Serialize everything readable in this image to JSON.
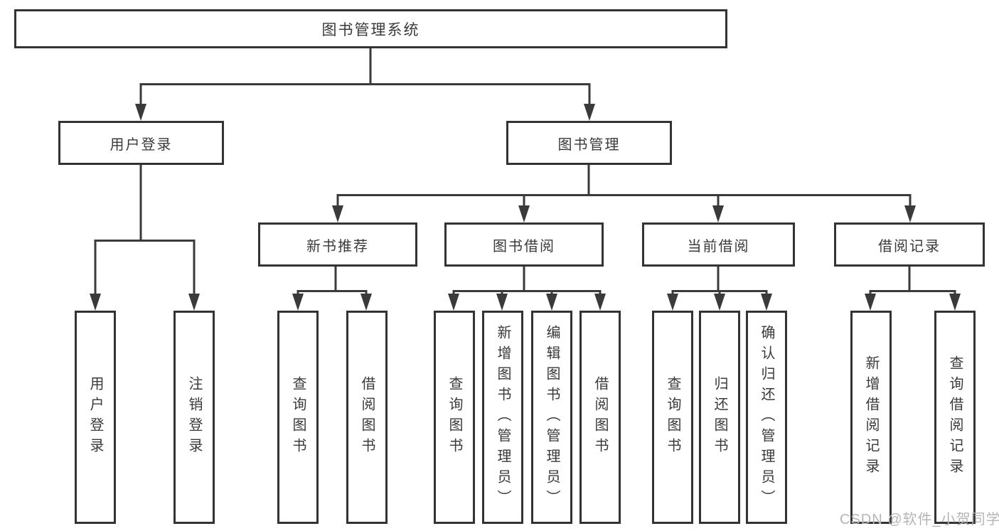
{
  "diagram": {
    "root": {
      "label": "图书管理系统"
    },
    "branches": [
      {
        "label": "用户登录",
        "children": [
          {
            "label": "用户登录"
          },
          {
            "label": "注销登录"
          }
        ]
      },
      {
        "label": "图书管理",
        "sections": [
          {
            "label": "新书推荐",
            "children": [
              {
                "label": "查询图书"
              },
              {
                "label": "借阅图书"
              }
            ]
          },
          {
            "label": "图书借阅",
            "children": [
              {
                "label": "查询图书"
              },
              {
                "label": "新增图书（管理员）"
              },
              {
                "label": "编辑图书（管理员）"
              },
              {
                "label": "借阅图书"
              }
            ]
          },
          {
            "label": "当前借阅",
            "children": [
              {
                "label": "查询图书"
              },
              {
                "label": "归还图书"
              },
              {
                "label": "确认归还（管理员）"
              }
            ]
          },
          {
            "label": "借阅记录",
            "children": [
              {
                "label": "新增借阅记录"
              },
              {
                "label": "查询借阅记录"
              }
            ]
          }
        ]
      }
    ],
    "watermark": "CSDN @软件_小贺同学",
    "colors": {
      "ink": "#3a3a3a",
      "border": "#333333",
      "background": "#ffffff",
      "watermark": "#b5b5b5"
    }
  }
}
